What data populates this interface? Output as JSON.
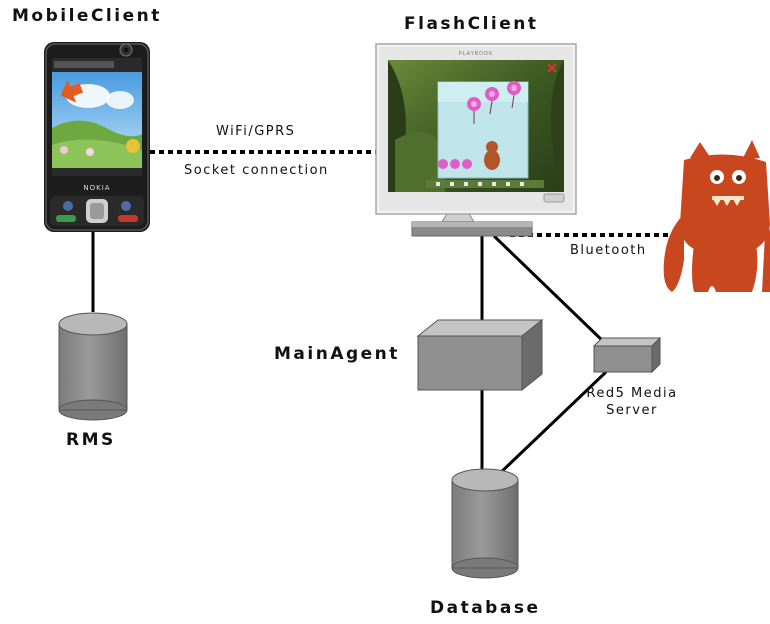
{
  "diagram": {
    "nodes": {
      "mobile_client": {
        "label": "MobileClient"
      },
      "flash_client": {
        "label": "FlashClient"
      },
      "rms": {
        "label": "RMS"
      },
      "main_agent": {
        "label": "MainAgent"
      },
      "red5": {
        "label_line1": "Red5 Media",
        "label_line2": "Server"
      },
      "database": {
        "label": "Database"
      }
    },
    "links": {
      "wifi": {
        "label_line1": "WiFi/GPRS",
        "label_line2": "Socket connection"
      },
      "bluetooth": {
        "label": "Bluetooth"
      }
    },
    "phone_brand": "NOKIA",
    "monitor_brand": "PLAYBOOK"
  },
  "colors": {
    "box_front": "#8f8f8f",
    "box_top": "#c4c4c4",
    "box_side": "#6b6b6b",
    "cylinder_body": "#8e8e8e",
    "cylinder_top": "#b8b8b8",
    "line": "#000000",
    "robot": "#c8471f",
    "phone_body": "#1d1d1d",
    "monitor_frame": "#e6e6e6"
  }
}
